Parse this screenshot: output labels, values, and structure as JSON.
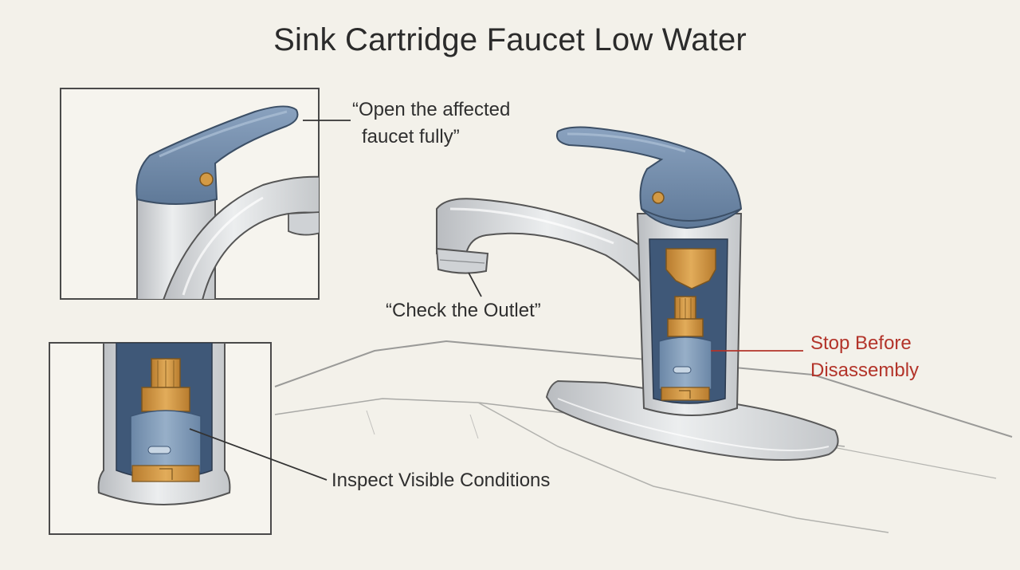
{
  "title": "Sink Cartridge Faucet Low Water",
  "callouts": {
    "open_faucet": {
      "line1": "“Open the affected",
      "line2": "faucet fully”"
    },
    "check_outlet": "“Check the Outlet”",
    "stop_before": {
      "line1": "Stop Before",
      "line2": "Disassembly"
    },
    "inspect": "Inspect Visible Conditions"
  },
  "colors": {
    "background": "#f3f1ea",
    "handle": "#6f8aa8",
    "chrome": "#d9dadb",
    "brass": "#d39a45",
    "cartridge": "#7f9ab8",
    "warning": "#b3342a",
    "ink": "#2f2f2f"
  },
  "icons": [
    "faucet-handle-icon",
    "faucet-spout-icon",
    "cartridge-icon",
    "deck-plate-icon",
    "sink-icon"
  ]
}
